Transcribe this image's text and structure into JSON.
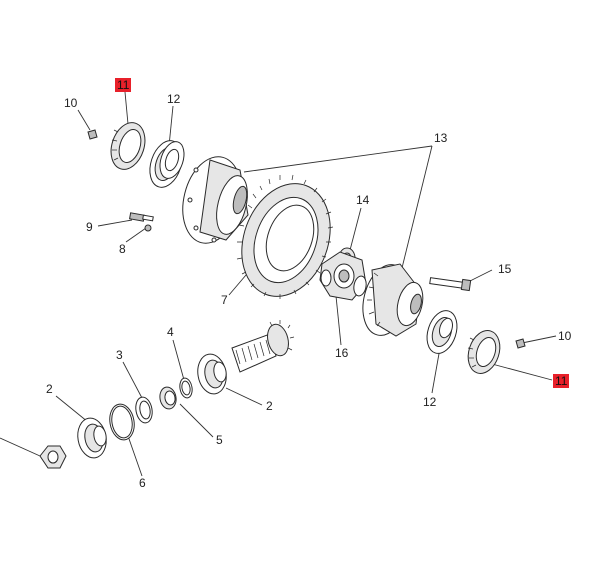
{
  "colors": {
    "highlight": "#e8202a",
    "line": "#2a2a2a",
    "background": "#ffffff"
  },
  "callouts": {
    "c11_top": "11",
    "c10_top": "10",
    "c12_top": "12",
    "c13": "13",
    "c9": "9",
    "c8": "8",
    "c14": "14",
    "c15": "15",
    "c7": "7",
    "c16": "16",
    "c10_right": "10",
    "c11_right": "11",
    "c12_bottom": "12",
    "c4": "4",
    "c3": "3",
    "c2_left": "2",
    "c2_right": "2",
    "c5": "5",
    "c6": "6"
  }
}
